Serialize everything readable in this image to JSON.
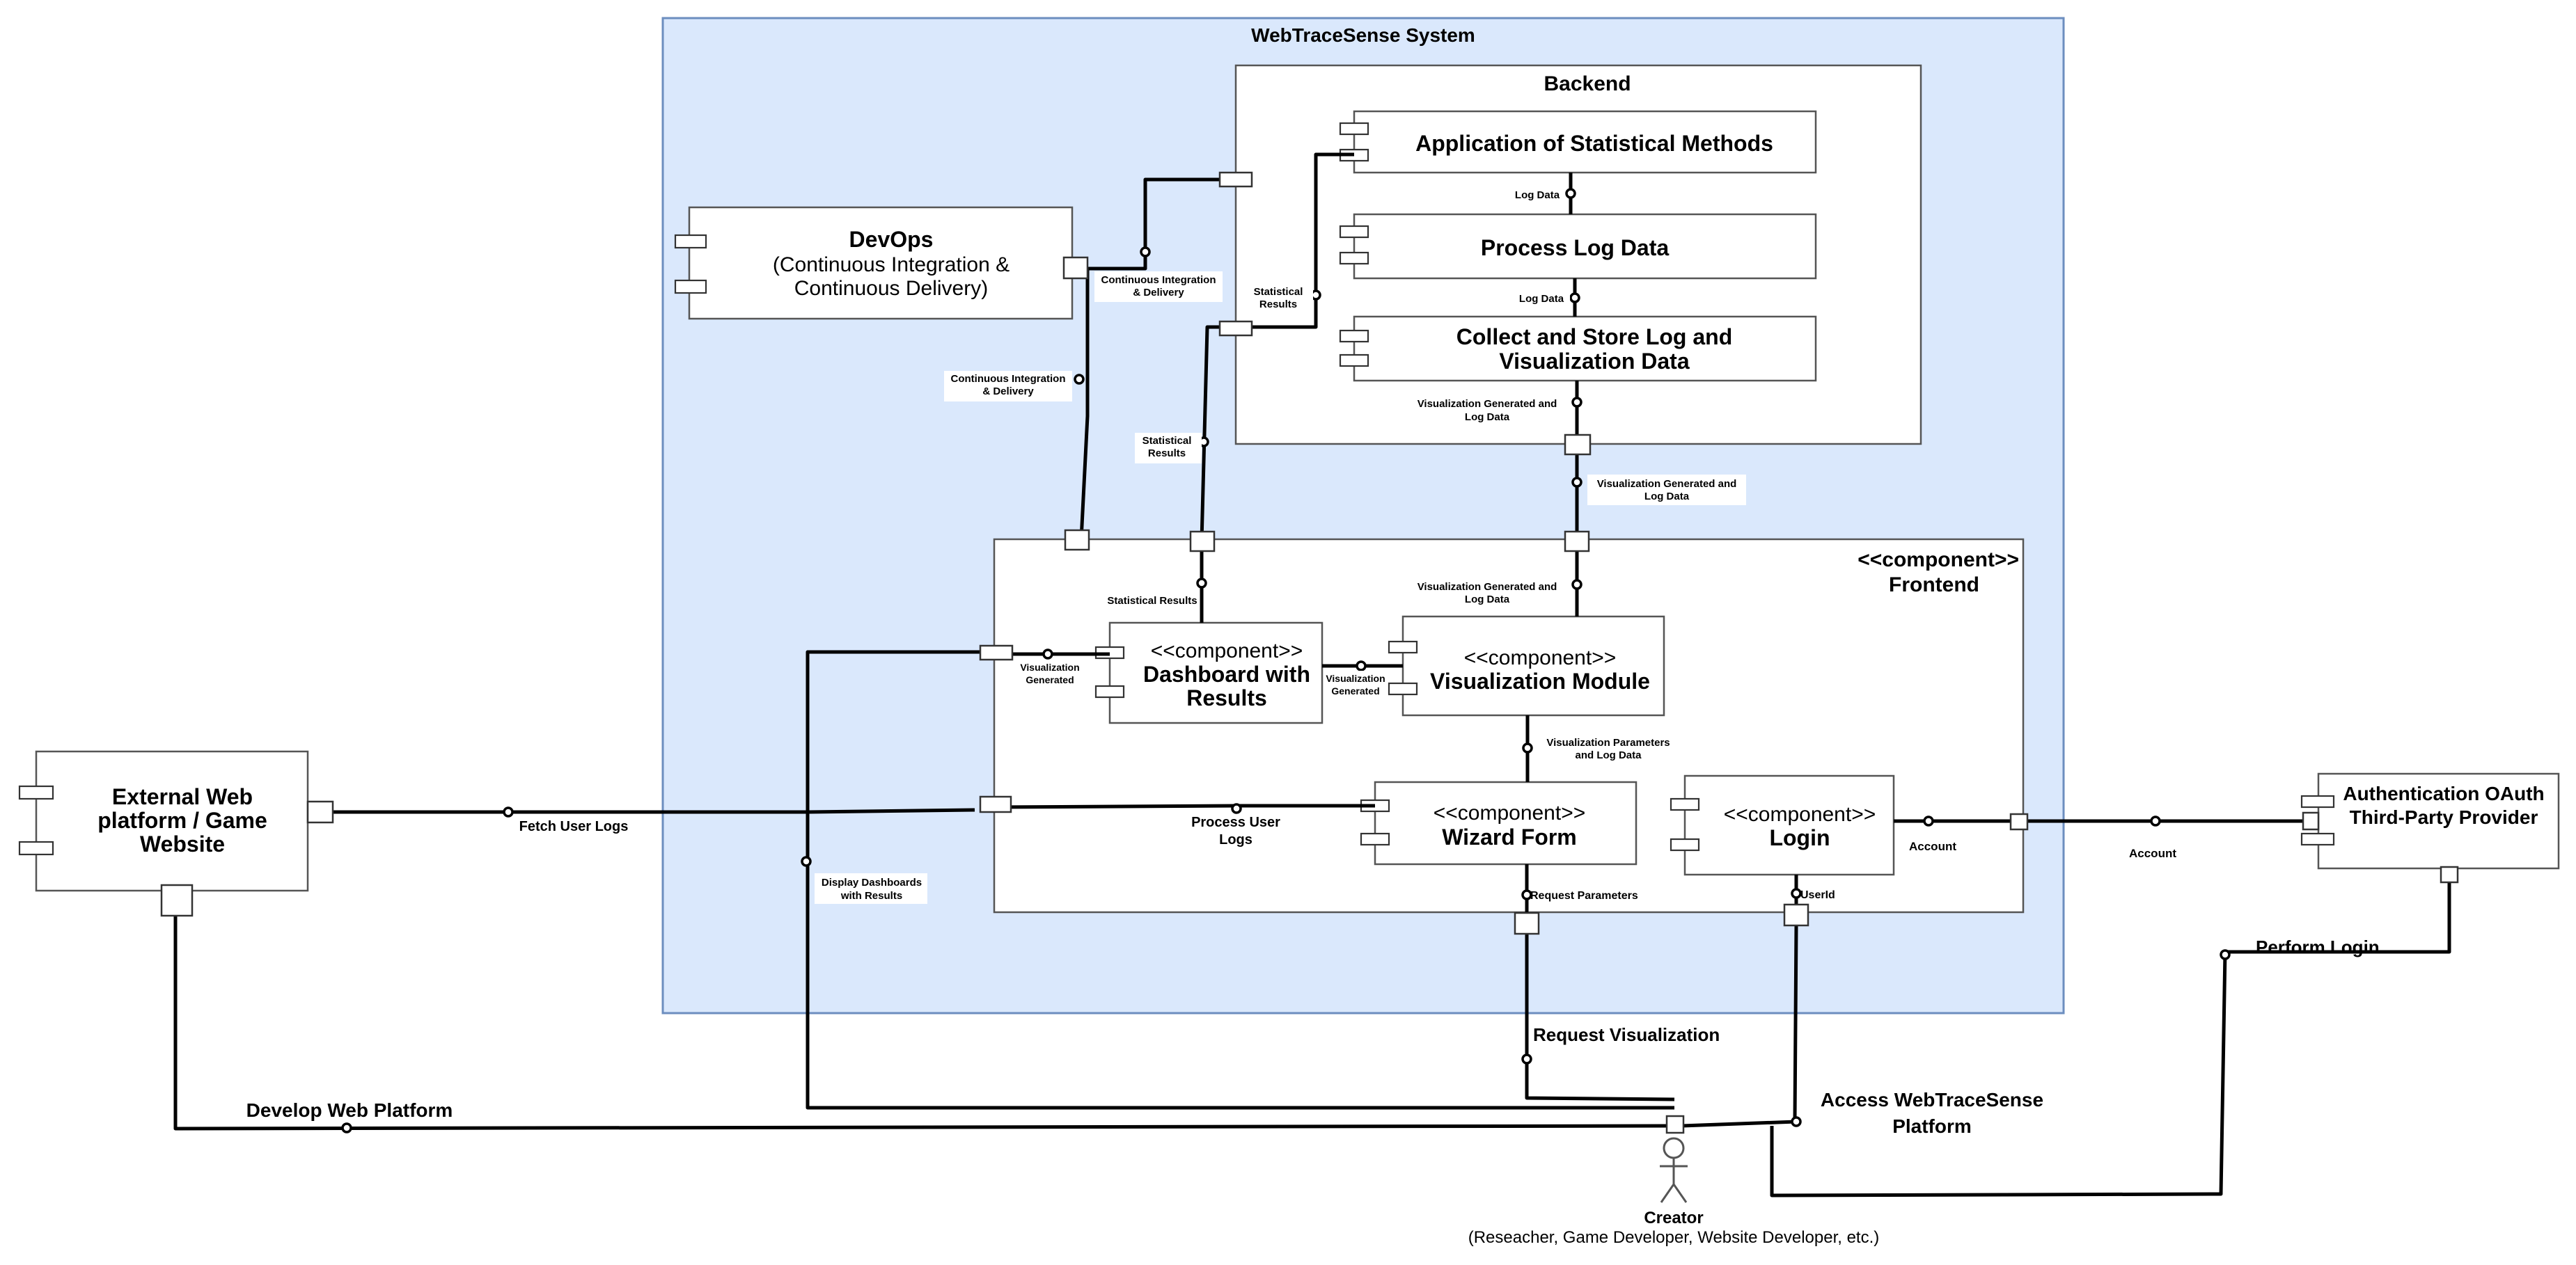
{
  "system": {
    "title": "WebTraceSense System",
    "fill": "#dae8fc",
    "stroke": "#6c8ebf"
  },
  "components": {
    "backend": {
      "title": "Backend"
    },
    "app_stats": {
      "title": "Application of Statistical Methods"
    },
    "process_log": {
      "title": "Process Log Data"
    },
    "collect_store": {
      "line1": "Collect and Store Log and",
      "line2": "Visualization Data"
    },
    "devops": {
      "title": "DevOps",
      "sub1": "(Continuous Integration &",
      "sub2": "Continuous Delivery)"
    },
    "frontend": {
      "stereotype": "<<component>>",
      "title": "Frontend"
    },
    "dashboard": {
      "stereotype": "<<component>>",
      "line1": "Dashboard with",
      "line2": "Results"
    },
    "visualization": {
      "stereotype": "<<component>>",
      "title": "Visualization Module"
    },
    "wizard": {
      "stereotype": "<<component>>",
      "title": "Wizard Form"
    },
    "login": {
      "stereotype": "<<component>>",
      "title": "Login"
    },
    "external": {
      "line1": "External Web",
      "line2": "platform / Game",
      "line3": "Website"
    },
    "auth": {
      "line1": "Authentication OAuth",
      "line2": "Third-Party Provider"
    }
  },
  "actor": {
    "name": "Creator",
    "roles": "(Reseacher, Game Developer, Website Developer, etc.)"
  },
  "labels": {
    "log_data_1": "Log Data",
    "log_data_2": "Log Data",
    "vis_gen_log_1a": "Visualization Generated and",
    "vis_gen_log_1b": "Log Data",
    "vis_gen_log_2a": "Visualization Generated and",
    "vis_gen_log_2b": "Log Data",
    "vis_gen_log_3a": "Visualization Generated and",
    "vis_gen_log_3b": "Log Data",
    "ci_1a": "Continuous Integration",
    "ci_1b": "& Delivery",
    "ci_2a": "Continuous Integration",
    "ci_2b": "& Delivery",
    "stat_1a": "Statistical",
    "stat_1b": "Results",
    "stat_2a": "Statistical",
    "stat_2b": "Results",
    "stat_3": "Statistical Results",
    "vis_gen_1a": "Visualization",
    "vis_gen_1b": "Generated",
    "vis_gen_2a": "Visualization",
    "vis_gen_2b": "Generated",
    "vis_params_a": "Visualization Parameters",
    "vis_params_b": "and Log Data",
    "process_user_a": "Process User",
    "process_user_b": "Logs",
    "fetch_user_logs": "Fetch User Logs",
    "display_dash_a": "Display Dashboards",
    "display_dash_b": "with Results",
    "request_params": "Request Parameters",
    "userid": "UserId",
    "account_1": "Account",
    "account_2": "Account",
    "perform_login": "Perform Login",
    "request_vis": "Request Visualization",
    "access_a": "Access WebTraceSense",
    "access_b": "Platform",
    "develop_web": "Develop Web Platform"
  }
}
